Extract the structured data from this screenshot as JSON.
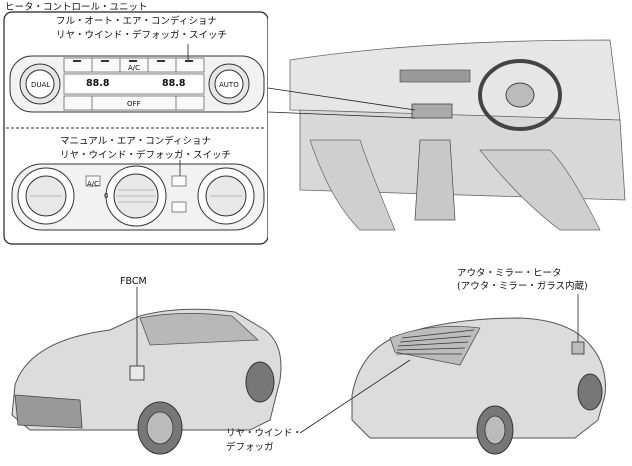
{
  "title": "ヒータ・コントロール・ユニット",
  "inset": {
    "full_auto": {
      "label_line1": "フル・オート・エア・コンディショナ",
      "label_line2": "リヤ・ウインド・デフォッガ・スイッチ",
      "left_knob": "DUAL",
      "right_knob": "AUTO",
      "ac_button": "A/C",
      "off_button": "OFF",
      "temp_left": "88.8",
      "temp_right": "88.8"
    },
    "manual": {
      "label_line1": "マニュアル・エア・コンディショナ",
      "label_line2": "リヤ・ウインド・デフォッガ・スイッチ",
      "ac_button": "A/C",
      "fan_zero": "0"
    }
  },
  "callouts": {
    "fbcm": "FBCM",
    "outer_mirror_heater_line1": "アウタ・ミラー・ヒータ",
    "outer_mirror_heater_line2": "(アウタ・ミラー・ガラス内蔵)",
    "rear_defogger_line1": "リヤ・ウインド・",
    "rear_defogger_line2": "デフォッガ"
  }
}
